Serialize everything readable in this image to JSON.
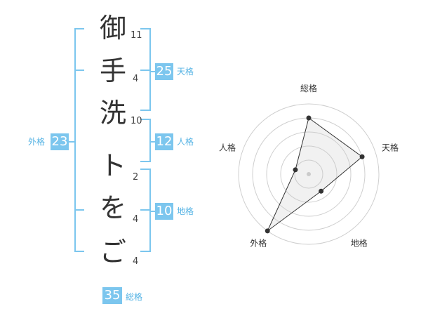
{
  "name_chars": [
    {
      "char": "御",
      "strokes": "11"
    },
    {
      "char": "手",
      "strokes": "4"
    },
    {
      "char": "洗",
      "strokes": "10"
    },
    {
      "char": "ト",
      "strokes": "2"
    },
    {
      "char": "を",
      "strokes": "4"
    },
    {
      "char": "ご",
      "strokes": "4"
    }
  ],
  "kaku": {
    "ten": {
      "value": "25",
      "label": "天格"
    },
    "jin": {
      "value": "12",
      "label": "人格"
    },
    "chi": {
      "value": "10",
      "label": "地格"
    },
    "gai": {
      "value": "23",
      "label": "外格"
    },
    "sou": {
      "value": "35",
      "label": "総格"
    }
  },
  "accent_color": "#7cc6ee",
  "chart_data": {
    "type": "radar",
    "axes": [
      "総格",
      "天格",
      "地格",
      "外格",
      "人格"
    ],
    "values": [
      4,
      4,
      1.5,
      5,
      1
    ],
    "rmax": 5,
    "rings": 5
  }
}
